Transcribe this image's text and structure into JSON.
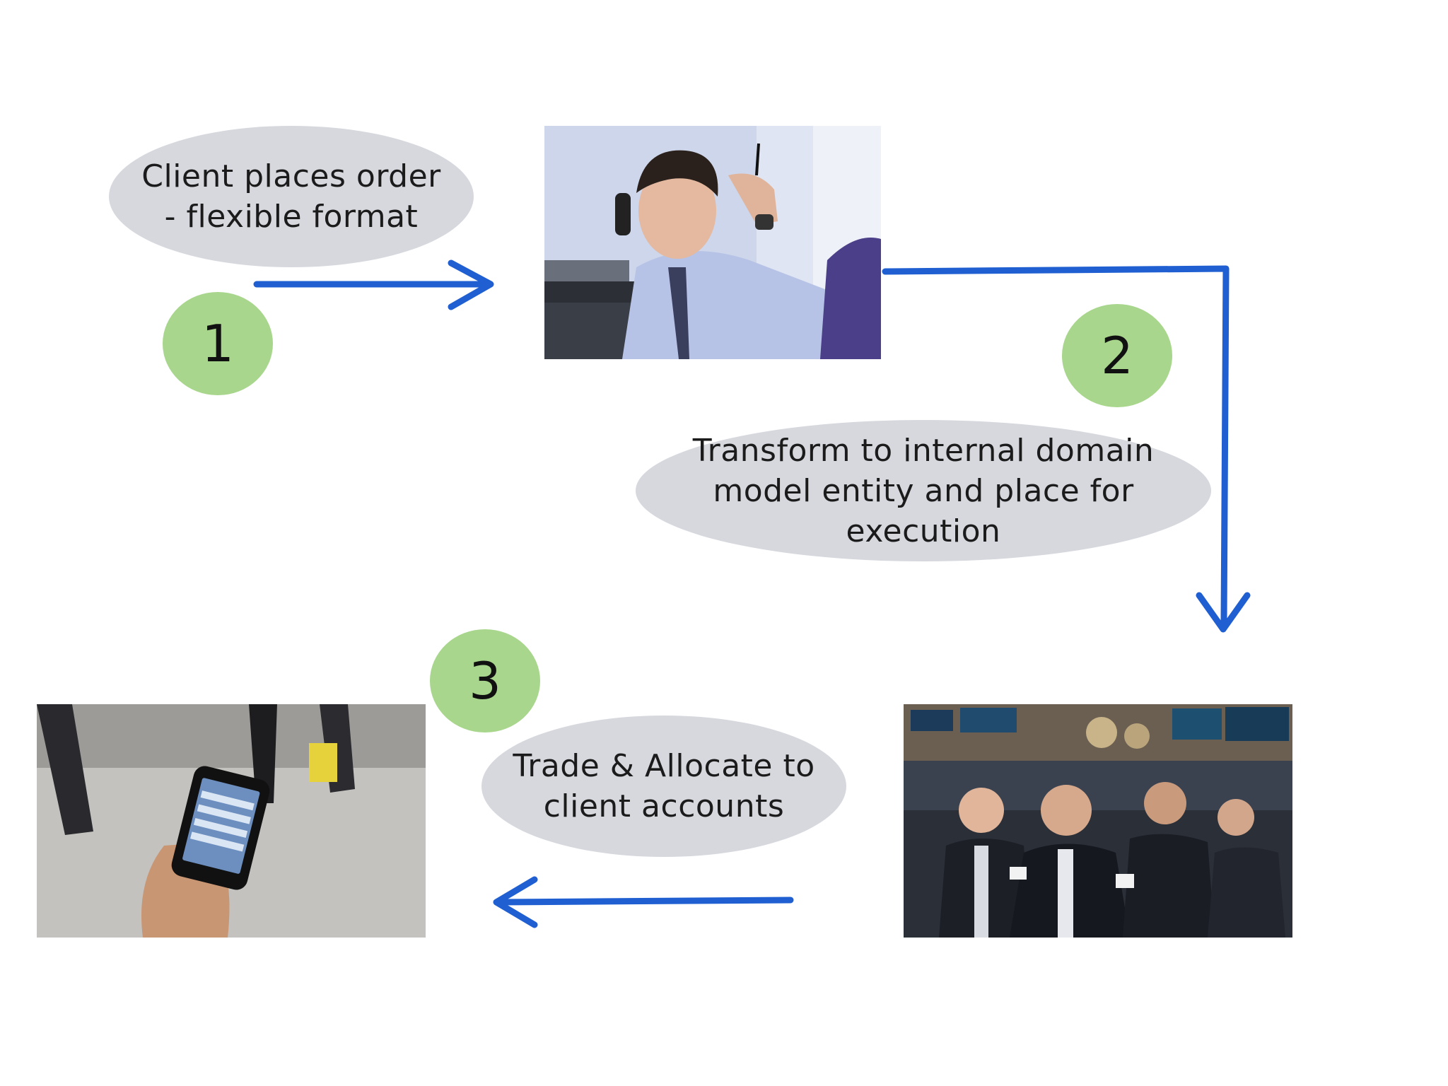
{
  "steps": [
    {
      "number": "1",
      "label": "Client places order\n- flexible format"
    },
    {
      "number": "2",
      "label": "Transform to internal domain\nmodel entity and place for execution"
    },
    {
      "number": "3",
      "label": "Trade & Allocate to\nclient accounts"
    }
  ],
  "images": {
    "trader_phone": "trader-on-phone-photo",
    "trading_floor": "trading-floor-photo",
    "mobile_phone": "smartphone-in-hand-photo"
  },
  "colors": {
    "arrow": "#1f5fd1",
    "step_circle": "#a8d68c",
    "bubble": "#d6d8de"
  }
}
